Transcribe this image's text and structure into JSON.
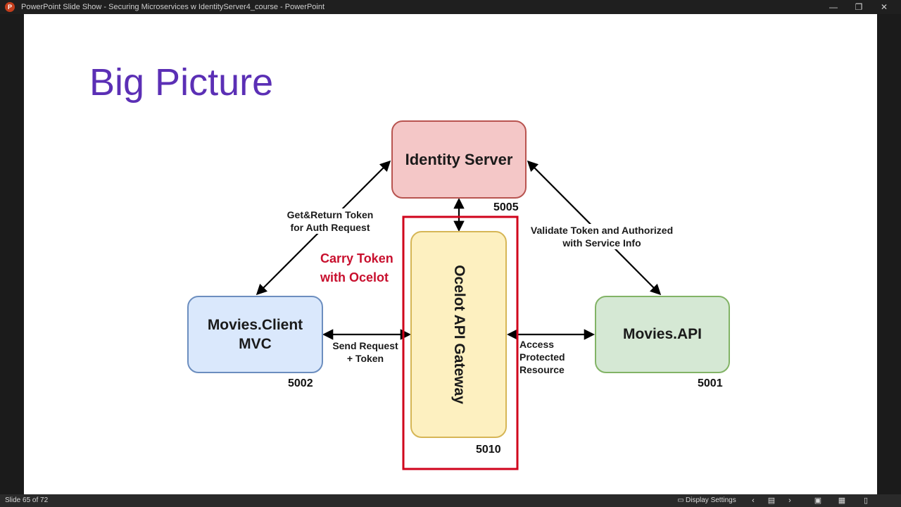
{
  "window": {
    "title": "PowerPoint Slide Show  -  Securing Microservices w IdentityServer4_course  -  PowerPoint",
    "app_icon": "P",
    "controls": {
      "minimize": "—",
      "restore": "❐",
      "close": "✕"
    }
  },
  "slide": {
    "title": "Big Picture",
    "nodes": {
      "identity_server": {
        "label": "Identity Server",
        "port": "5005"
      },
      "gateway": {
        "label": "Ocelot API Gateway",
        "port": "5010"
      },
      "client": {
        "label_line1": "Movies.Client",
        "label_line2": "MVC",
        "port": "5002"
      },
      "api": {
        "label": "Movies.API",
        "port": "5001"
      }
    },
    "edge_labels": {
      "get_token_line1": "Get&Return Token",
      "get_token_line2": "for Auth Request",
      "validate_line1": "Validate Token and Authorized",
      "validate_line2": "with Service Info",
      "send_line1": "Send Request",
      "send_line2": "+ Token",
      "access_line1": "Access",
      "access_line2": "Protected",
      "access_line3": "Resource"
    },
    "note": {
      "line1": "Carry Token",
      "line2": "with Ocelot"
    }
  },
  "colors": {
    "title": "#5b2fb5",
    "identity_fill": "#f4c7c7",
    "identity_border": "#b85450",
    "gateway_fill": "#fdf0c0",
    "gateway_border": "#d6b656",
    "client_fill": "#dae8fc",
    "client_border": "#6c8ebf",
    "api_fill": "#d5e8d4",
    "api_border": "#82b366",
    "highlight": "#d0021b",
    "note": "#c8102e"
  },
  "statusbar": {
    "slide_counter": "Slide 65 of 72",
    "display_settings": "Display Settings",
    "icons": [
      "display-settings-icon",
      "previous-icon",
      "notes-icon",
      "next-icon",
      "normal-view-icon",
      "slide-sorter-icon",
      "reading-view-icon"
    ]
  }
}
